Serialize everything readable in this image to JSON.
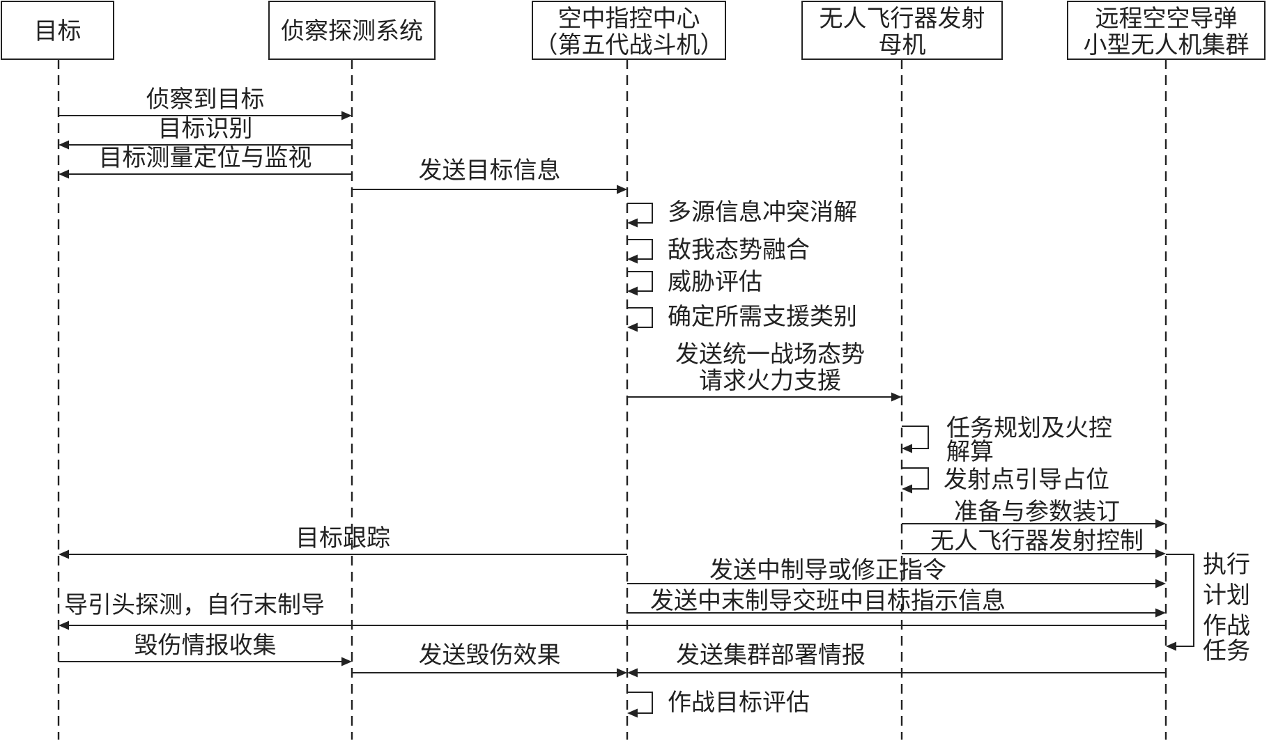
{
  "lanes": [
    {
      "id": "target",
      "lines": [
        "目标"
      ]
    },
    {
      "id": "recon",
      "lines": [
        "侦察探测系统"
      ]
    },
    {
      "id": "command",
      "lines": [
        "空中指控中心",
        "（第五代战斗机）"
      ]
    },
    {
      "id": "mothership",
      "lines": [
        "无人飞行器发射",
        "母机"
      ]
    },
    {
      "id": "swarm",
      "lines": [
        "远程空空导弹",
        "小型无人机集群"
      ]
    }
  ],
  "messages": [
    {
      "id": "m1",
      "from": "target",
      "to": "recon",
      "lines": [
        "侦察到目标"
      ]
    },
    {
      "id": "m2",
      "from": "recon",
      "to": "target",
      "lines": [
        "目标识别"
      ]
    },
    {
      "id": "m3",
      "from": "recon",
      "to": "target",
      "lines": [
        "目标测量定位与监视"
      ]
    },
    {
      "id": "m4",
      "from": "recon",
      "to": "command",
      "lines": [
        "发送目标信息"
      ]
    },
    {
      "id": "s1",
      "self": "command",
      "lines": [
        "多源信息冲突消解"
      ]
    },
    {
      "id": "s2",
      "self": "command",
      "lines": [
        "敌我态势融合"
      ]
    },
    {
      "id": "s3",
      "self": "command",
      "lines": [
        "威胁评估"
      ]
    },
    {
      "id": "s4",
      "self": "command",
      "lines": [
        "确定所需支援类别"
      ]
    },
    {
      "id": "m5",
      "from": "command",
      "to": "mothership",
      "lines": [
        "发送统一战场态势",
        "请求火力支援"
      ]
    },
    {
      "id": "s5",
      "self": "mothership",
      "lines": [
        "任务规划及火控",
        "解算"
      ]
    },
    {
      "id": "s6",
      "self": "mothership",
      "lines": [
        "发射点引导占位"
      ]
    },
    {
      "id": "m6",
      "from": "mothership",
      "to": "swarm",
      "lines": [
        "准备与参数装订"
      ]
    },
    {
      "id": "m7",
      "from": "command",
      "to": "target",
      "lines": [
        "目标跟踪"
      ]
    },
    {
      "id": "m8",
      "from": "mothership",
      "to": "swarm",
      "lines": [
        "无人飞行器发射控制"
      ]
    },
    {
      "id": "m9",
      "from": "command",
      "to": "swarm",
      "lines": [
        "发送中制导或修正指令"
      ]
    },
    {
      "id": "m10",
      "from": "command",
      "to": "swarm",
      "lines": [
        "发送中末制导交班中目标指示信息"
      ]
    },
    {
      "id": "m11",
      "from": "swarm",
      "to": "target",
      "lines": [
        "导引头探测，自行末制导"
      ]
    },
    {
      "id": "m12",
      "from": "target",
      "to": "recon",
      "lines": [
        "毁伤情报收集"
      ]
    },
    {
      "id": "m13",
      "from": "recon",
      "to": "command",
      "lines": [
        "发送毁伤效果"
      ]
    },
    {
      "id": "m14",
      "from": "swarm",
      "to": "command",
      "lines": [
        "发送集群部署情报"
      ]
    },
    {
      "id": "s7",
      "self": "command",
      "lines": [
        "作战目标评估"
      ]
    },
    {
      "id": "s8",
      "self": "swarm",
      "lines": [
        "执行",
        "计划",
        "作战",
        "任务"
      ]
    }
  ]
}
